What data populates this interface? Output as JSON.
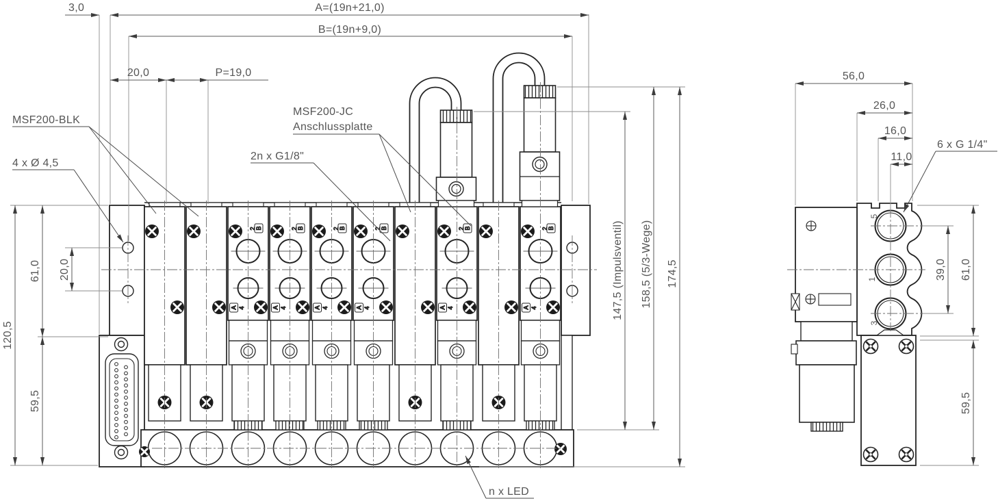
{
  "front_view": {
    "dims": {
      "offset_3": "3,0",
      "overall_a": "A=(19n+21,0)",
      "overall_b": "B=(19n+9,0)",
      "edge_to_first": "20,0",
      "pitch": "P=19,0",
      "hole_spacing": "20,0",
      "upper_height": "61,0",
      "lower_height": "59,5",
      "total_height": "120,5",
      "impulse_height": "147,5 (Impulsventil)",
      "five_three_height": "158,5 (5/3-Wege)",
      "total_valve_height": "174,5"
    },
    "callouts": {
      "blanking_plate": "MSF200-BLK",
      "mounting_holes": "4 x Ø 4,5",
      "jc_line1": "MSF200-JC",
      "jc_line2": "Anschlussplatte",
      "work_ports": "2n x G1/8\"",
      "led": "n x LED"
    },
    "valve_port_labels": {
      "top_number": "2",
      "top_letter": "B",
      "bottom_letter": "A",
      "bottom_number": "4"
    },
    "stations": [
      "blank",
      "blank",
      "valve",
      "valve",
      "valve",
      "valve",
      "blank",
      "valve",
      "blank",
      "valve"
    ]
  },
  "side_view": {
    "dims": {
      "width": "56,0",
      "w26": "26,0",
      "w16": "16,0",
      "w11": "11,0",
      "ports_thread": "6 x G 1/4\"",
      "port_spacing": "39,0",
      "upper_height": "61,0",
      "lower_height": "59,5"
    },
    "port_numbers": [
      "5",
      "1",
      "3"
    ]
  },
  "colors": {
    "geometry": "#242424",
    "dimension": "#6e6e6e",
    "text": "#555555",
    "screw_fill": "#1b1b1b",
    "background": "#ffffff"
  }
}
